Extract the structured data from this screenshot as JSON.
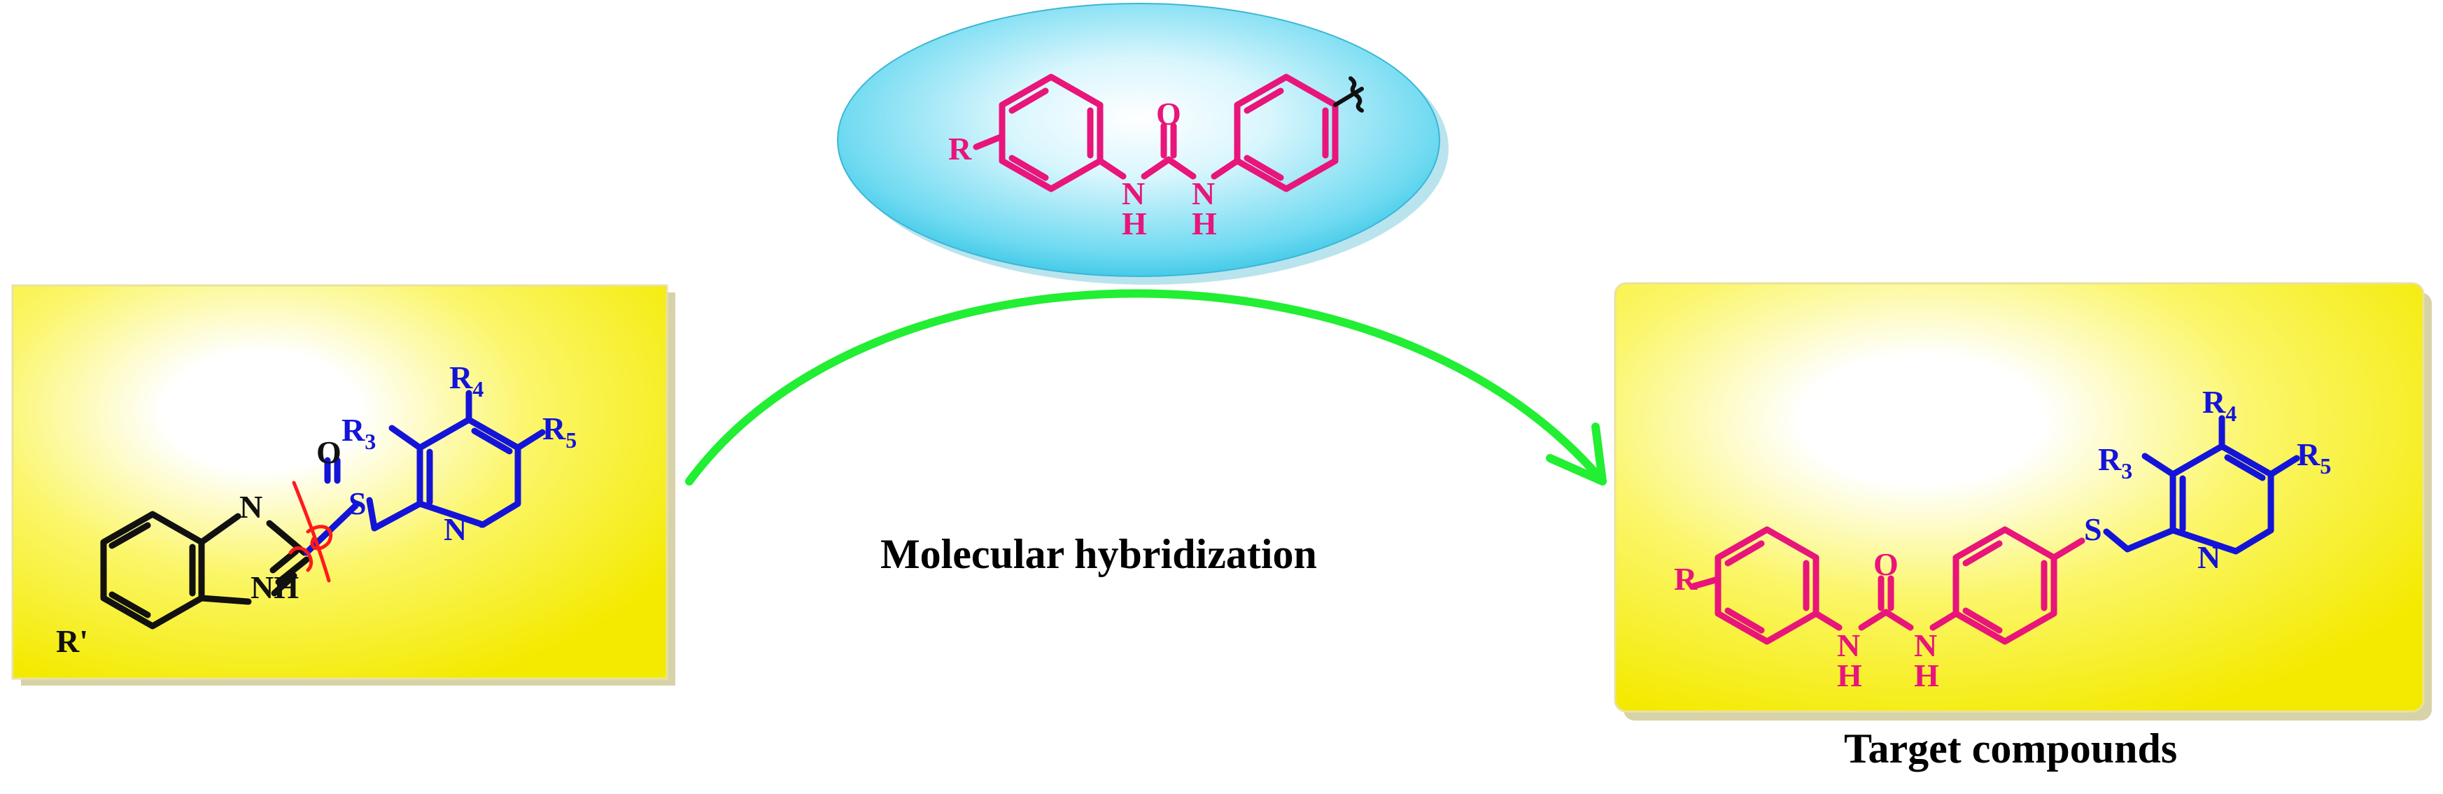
{
  "colors": {
    "black": "#111111",
    "magenta": "#e8157a",
    "blue": "#1414d8",
    "red": "#ff1a1a",
    "arrow": "#22ee33",
    "ellipse": "#43cbe8",
    "box": "#f7ef00"
  },
  "caption_middle": "Molecular hybridization",
  "caption_target": "Target compounds",
  "left_molecule": {
    "labels": {
      "n_imidazole": "N",
      "nh": "NH",
      "r_prime": "R'",
      "s": "S",
      "o": "O",
      "n_pyridine": "N",
      "r3": "R",
      "r3_sub": "3",
      "r4": "R",
      "r4_sub": "4",
      "r5": "R",
      "r5_sub": "5"
    }
  },
  "ellipse_molecule": {
    "labels": {
      "r": "R",
      "o": "O",
      "n1": "N",
      "h1": "H",
      "n2": "N",
      "h2": "H"
    }
  },
  "right_molecule": {
    "labels": {
      "r": "R",
      "o": "O",
      "n1": "N",
      "h1": "H",
      "n2": "N",
      "h2": "H",
      "s": "S",
      "n_pyridine": "N",
      "r3": "R",
      "r3_sub": "3",
      "r4": "R",
      "r4_sub": "4",
      "r5": "R",
      "r5_sub": "5"
    }
  }
}
